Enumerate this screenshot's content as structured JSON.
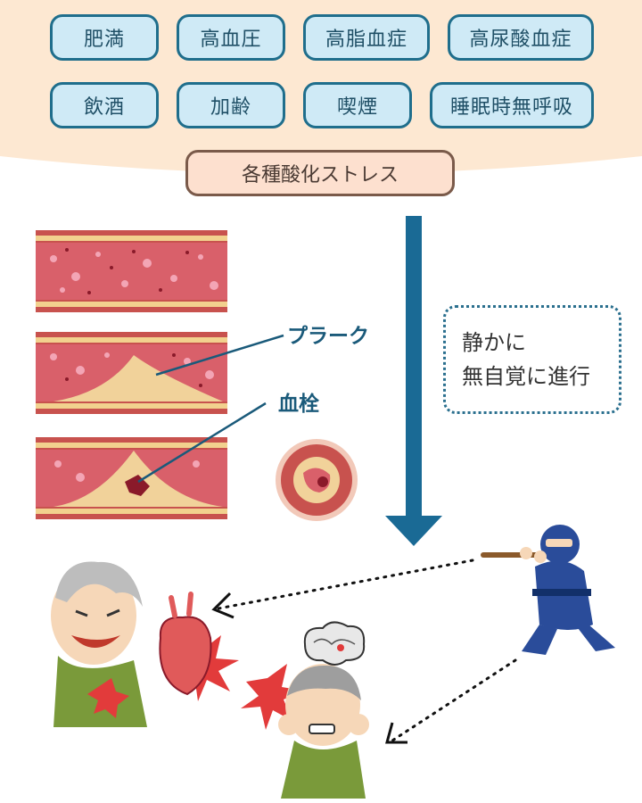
{
  "risk_factors": [
    "肥満",
    "高血圧",
    "高脂血症",
    "高尿酸血症",
    "飲酒",
    "加齢",
    "喫煙",
    "睡眠時無呼吸"
  ],
  "stress_label": "各種酸化ストレス",
  "plaque_label": "プラーク",
  "thrombus_label": "血栓",
  "progress_note": [
    "静かに",
    "無自覚に進行"
  ],
  "colors": {
    "band": "#fde8d2",
    "risk_fill": "#cfeaf6",
    "risk_border": "#1f6e8c",
    "stress_fill": "#fde0cf",
    "arrow": "#1a6a95",
    "vessel_wall": "#c8524e",
    "plaque": "#f1d29a"
  }
}
